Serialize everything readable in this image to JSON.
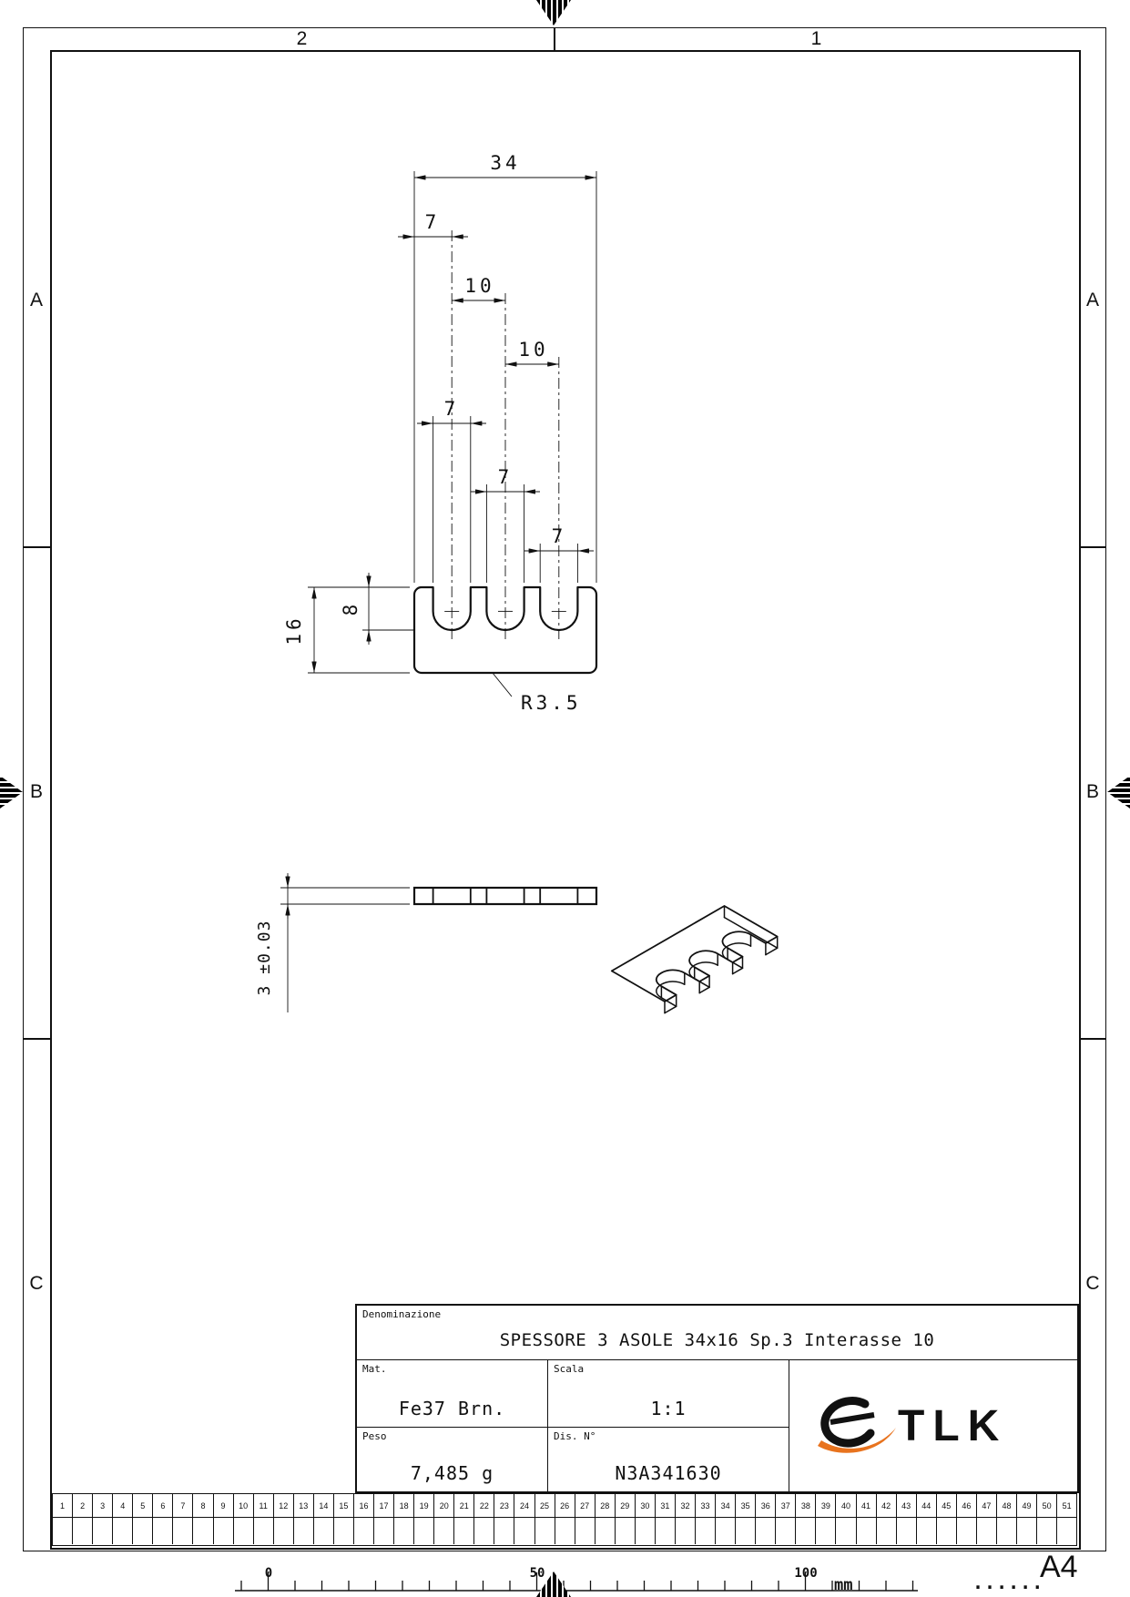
{
  "sheet": {
    "zone_cols": [
      "2",
      "1"
    ],
    "zone_rows": [
      "A",
      "B",
      "C"
    ]
  },
  "dims": {
    "w34": "34",
    "p7": "7",
    "p10a": "10",
    "p10b": "10",
    "s7a": "7",
    "s7b": "7",
    "s7c": "7",
    "h16": "16",
    "d8": "8",
    "r": "R3.5",
    "t": "3 ±0.03"
  },
  "title_block": {
    "denominazione_label": "Denominazione",
    "denominazione": "SPESSORE 3 ASOLE 34x16 Sp.3 Interasse 10",
    "mat_label": "Mat.",
    "mat": "Fe37 Brn.",
    "scala_label": "Scala",
    "scala": "1:1",
    "peso_label": "Peso",
    "peso": "7,485 g",
    "dis_label": "Dis. N°",
    "dis": "N3A341630",
    "logo_text": "TLK"
  },
  "strip": {
    "numbers": [
      1,
      2,
      3,
      4,
      5,
      6,
      7,
      8,
      9,
      10,
      11,
      12,
      13,
      14,
      15,
      16,
      17,
      18,
      19,
      20,
      21,
      22,
      23,
      24,
      25,
      26,
      27,
      28,
      29,
      30,
      31,
      32,
      33,
      34,
      35,
      36,
      37,
      38,
      39,
      40,
      41,
      42,
      43,
      44,
      45,
      46,
      47,
      48,
      49,
      50,
      51
    ]
  },
  "scale_bar": {
    "l0": "0",
    "l50": "50",
    "l100": "100",
    "unit": "mm"
  },
  "footer": {
    "dots": "......",
    "format": "A4"
  },
  "colors": {
    "ink": "#111111",
    "logo_orange": "#e8731e"
  }
}
